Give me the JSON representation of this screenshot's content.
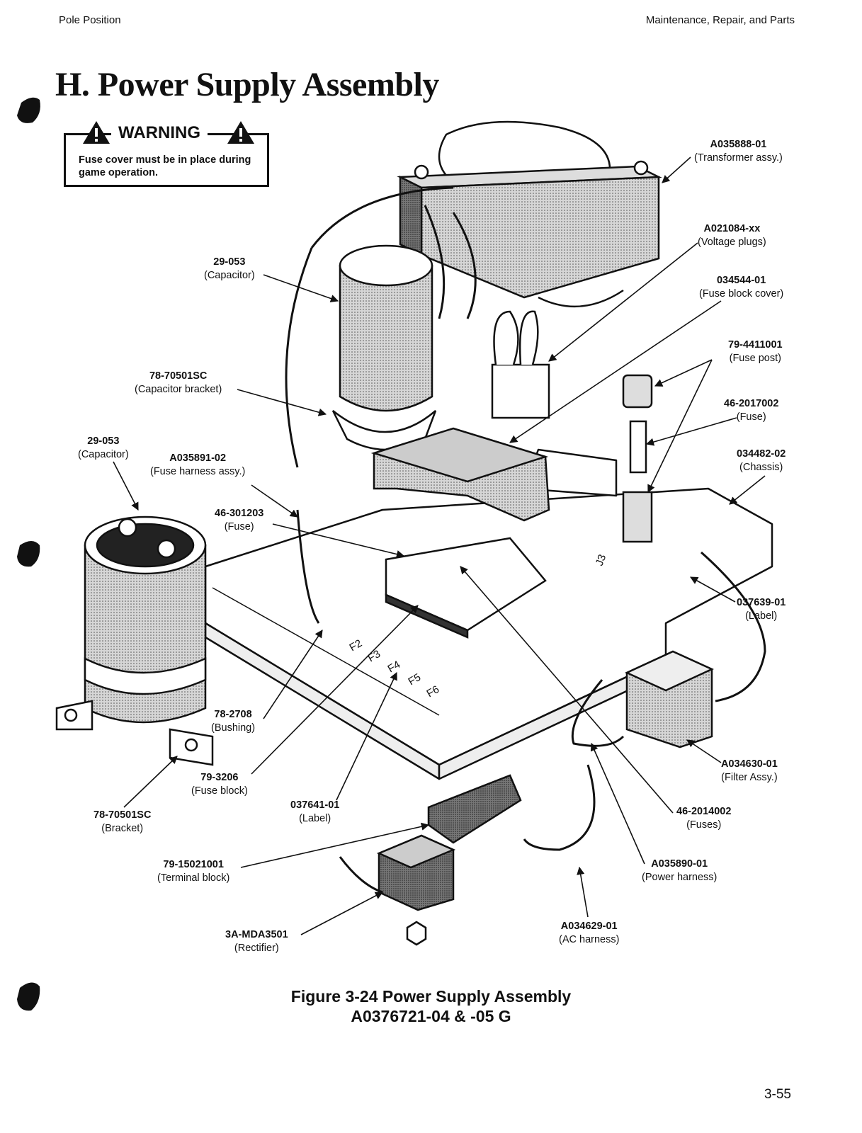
{
  "header": {
    "left": "Pole Position",
    "right": "Maintenance, Repair, and Parts"
  },
  "section_title": "H.  Power Supply Assembly",
  "warning": {
    "title": "WARNING",
    "text": "Fuse cover must be in place during game operation."
  },
  "callouts": [
    {
      "id": "c1",
      "part": "A035888-01",
      "desc": "(Transformer assy.)"
    },
    {
      "id": "c2",
      "part": "A021084-xx",
      "desc": "(Voltage plugs)"
    },
    {
      "id": "c3",
      "part": "034544-01",
      "desc": "(Fuse block cover)"
    },
    {
      "id": "c4",
      "part": "79-4411001",
      "desc": "(Fuse post)"
    },
    {
      "id": "c5",
      "part": "46-2017002",
      "desc": "(Fuse)"
    },
    {
      "id": "c6",
      "part": "034482-02",
      "desc": "(Chassis)"
    },
    {
      "id": "c7",
      "part": "037639-01",
      "desc": "(Label)"
    },
    {
      "id": "c8",
      "part": "A034630-01",
      "desc": "(Filter Assy.)"
    },
    {
      "id": "c9",
      "part": "46-2014002",
      "desc": "(Fuses)"
    },
    {
      "id": "c10",
      "part": "A035890-01",
      "desc": "(Power harness)"
    },
    {
      "id": "c11",
      "part": "A034629-01",
      "desc": "(AC harness)"
    },
    {
      "id": "c12",
      "part": "3A-MDA3501",
      "desc": "(Rectifier)"
    },
    {
      "id": "c13",
      "part": "79-15021001",
      "desc": "(Terminal block)"
    },
    {
      "id": "c14",
      "part": "78-70501SC",
      "desc": "(Bracket)"
    },
    {
      "id": "c15",
      "part": "037641-01",
      "desc": "(Label)"
    },
    {
      "id": "c16",
      "part": "79-3206",
      "desc": "(Fuse block)"
    },
    {
      "id": "c17",
      "part": "78-2708",
      "desc": "(Bushing)"
    },
    {
      "id": "c18",
      "part": "46-301203",
      "desc": "(Fuse)"
    },
    {
      "id": "c19",
      "part": "A035891-02",
      "desc": "(Fuse harness assy.)"
    },
    {
      "id": "c20",
      "part": "29-053",
      "desc": "(Capacitor)"
    },
    {
      "id": "c21",
      "part": "78-70501SC",
      "desc": "(Capacitor bracket)"
    },
    {
      "id": "c22",
      "part": "29-053",
      "desc": "(Capacitor)"
    }
  ],
  "board_labels": [
    "F2",
    "F3",
    "F4",
    "F5",
    "F6",
    "J3"
  ],
  "caption": {
    "line1": "Figure 3-24  Power Supply Assembly",
    "line2": "A0376721-04 & -05   G"
  },
  "page_number": "3-55"
}
